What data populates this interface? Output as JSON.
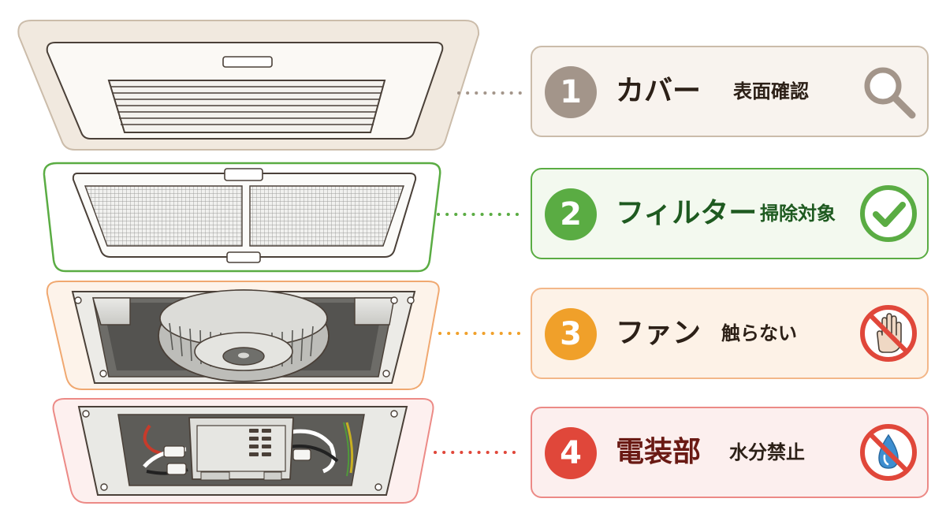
{
  "colors": {
    "cover": "#a3958a",
    "filter": "#5aac43",
    "fan": "#f0a02a",
    "electrical": "#e0473a",
    "filter_text": "#1e5a20",
    "electrical_text": "#6a1a14"
  },
  "parts": [
    {
      "number": "1",
      "name": "カバー",
      "note": "表面確認",
      "icon": "magnifier-icon"
    },
    {
      "number": "2",
      "name": "フィルター",
      "note": "掃除対象",
      "icon": "check-circle-icon"
    },
    {
      "number": "3",
      "name": "ファン",
      "note": "触らない",
      "icon": "no-touch-icon"
    },
    {
      "number": "4",
      "name": "電装部",
      "note": "水分禁止",
      "icon": "no-water-icon"
    }
  ]
}
